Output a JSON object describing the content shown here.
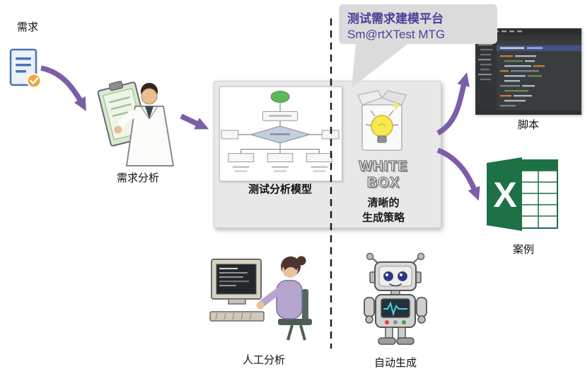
{
  "bubble": {
    "title": "测试需求建模平台",
    "subtitle": "Sm@rtXTest MTG"
  },
  "labels": {
    "requirement": "需求",
    "requirement_analysis": "需求分析",
    "model": "测试分析模型",
    "whitebox_line1": "WHITE",
    "whitebox_line2": "BOX",
    "strategy_line1": "清晰的",
    "strategy_line2": "生成策略",
    "script": "脚本",
    "case": "案例",
    "manual": "人工分析",
    "auto": "自动生成"
  },
  "icons": {
    "excel_letter": "X"
  },
  "colors": {
    "arrow_purple": "#7B5EA7",
    "title_purple": "#4D3F99",
    "excel_green": "#1E7145",
    "doc_blue": "#4576B5",
    "check_badge_orange": "#EFA53C",
    "bulb_yellow": "#F7E94F",
    "box_gray": "#E8E8E8"
  }
}
